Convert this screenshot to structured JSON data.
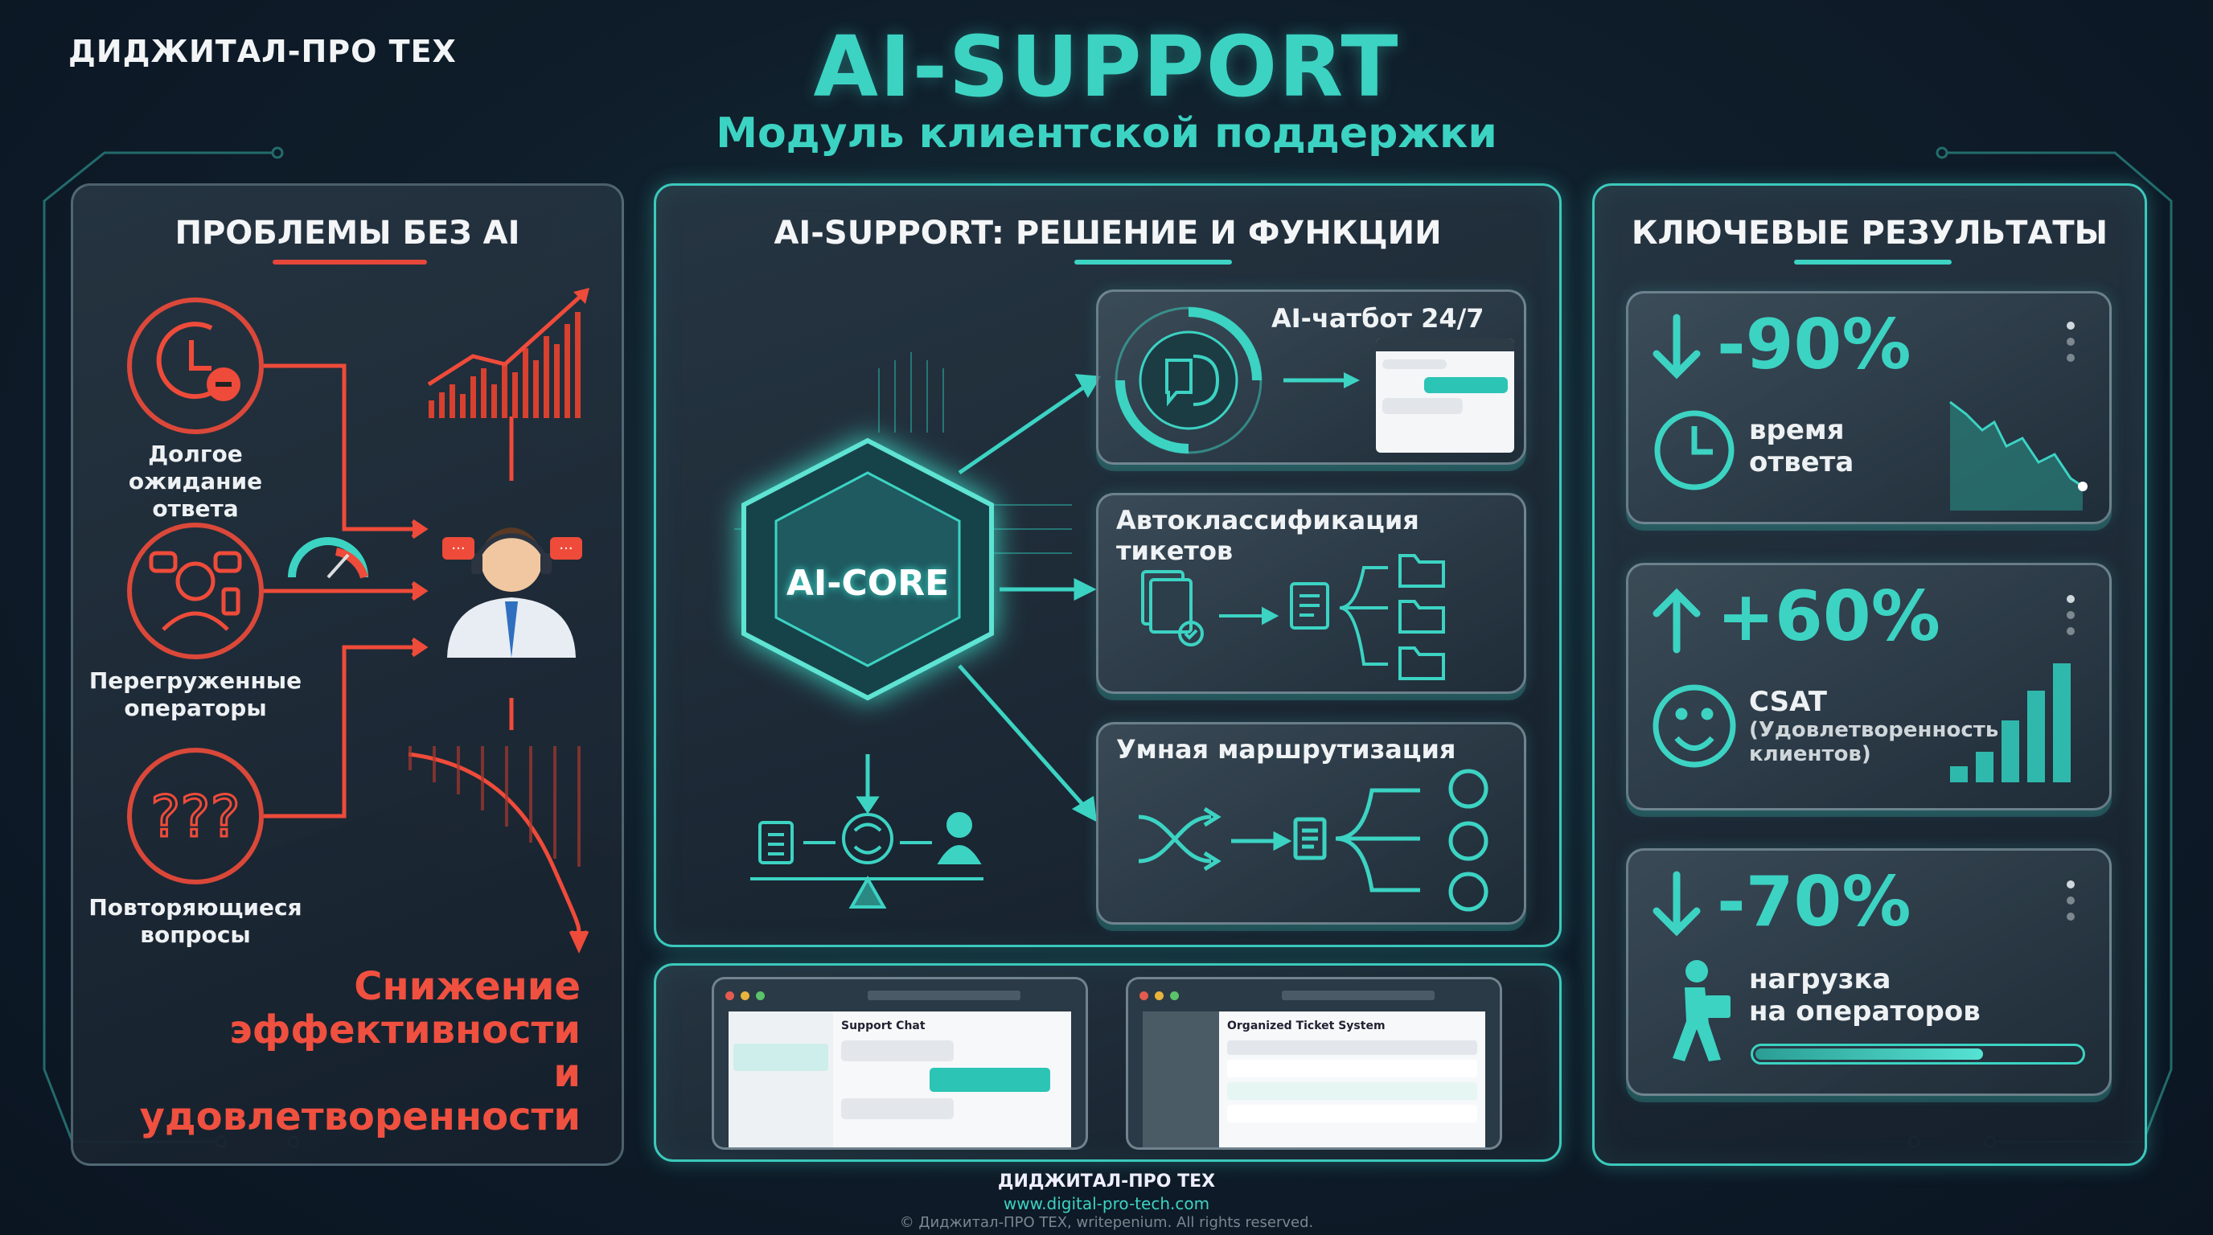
{
  "header": {
    "brand": "ДИДЖИТАЛ-ПРО ТЕХ",
    "title": "AI-SUPPORT",
    "subtitle": "Модуль клиентской поддержки"
  },
  "problems": {
    "title": "ПРОБЛЕМЫ БЕЗ AI",
    "items": [
      {
        "label_1": "Долгое ожидание",
        "label_2": "ответа",
        "icon": "clock-minus-icon"
      },
      {
        "label_1": "Перегруженные",
        "label_2": "операторы",
        "icon": "overloaded-operator-icon"
      },
      {
        "label_1": "Повторяющиеся",
        "label_2": "вопросы",
        "icon": "question-marks-icon"
      }
    ],
    "consequence": [
      "Снижение",
      "эффективности",
      "и удовлетворенности"
    ]
  },
  "solution": {
    "title": "AI-SUPPORT: РЕШЕНИЕ И ФУНКЦИИ",
    "core_label": "AI-CORE",
    "features": [
      {
        "title": "AI-чатбот 24/7",
        "icon": "chat-brain-icon"
      },
      {
        "title": "Автоклассификация тикетов",
        "icon": "documents-folders-icon"
      },
      {
        "title": "Умная маршрутизация",
        "icon": "shuffle-routing-icon"
      }
    ],
    "screens": [
      {
        "title": "Support Chat"
      },
      {
        "title": "Organized Ticket System"
      }
    ]
  },
  "results": {
    "title": "КЛЮЧЕВЫЕ РЕЗУЛЬТАТЫ",
    "items": [
      {
        "value": "-90%",
        "direction": "down",
        "label_1": "время",
        "label_2": "ответа",
        "icon": "clock-icon"
      },
      {
        "value": "+60%",
        "direction": "up",
        "label_1": "CSAT",
        "label_2": "(Удовлетворенность",
        "label_3": "клиентов)",
        "icon": "smiley-icon"
      },
      {
        "value": "-70%",
        "direction": "down",
        "label_1": "нагрузка",
        "label_2": "на операторов",
        "icon": "person-carrying-box-icon",
        "load_progress": 0.7
      }
    ]
  },
  "footer": {
    "brand": "ДИДЖИТАЛ-ПРО ТЕХ",
    "url": "www.digital-pro-tech.com",
    "copyright": "© Диджитал-ПРО ТЕХ, writepenium. All rights reserved."
  },
  "colors": {
    "accent": "#3cd3c3",
    "danger": "#f0503f",
    "background": "#0f1d2a"
  }
}
